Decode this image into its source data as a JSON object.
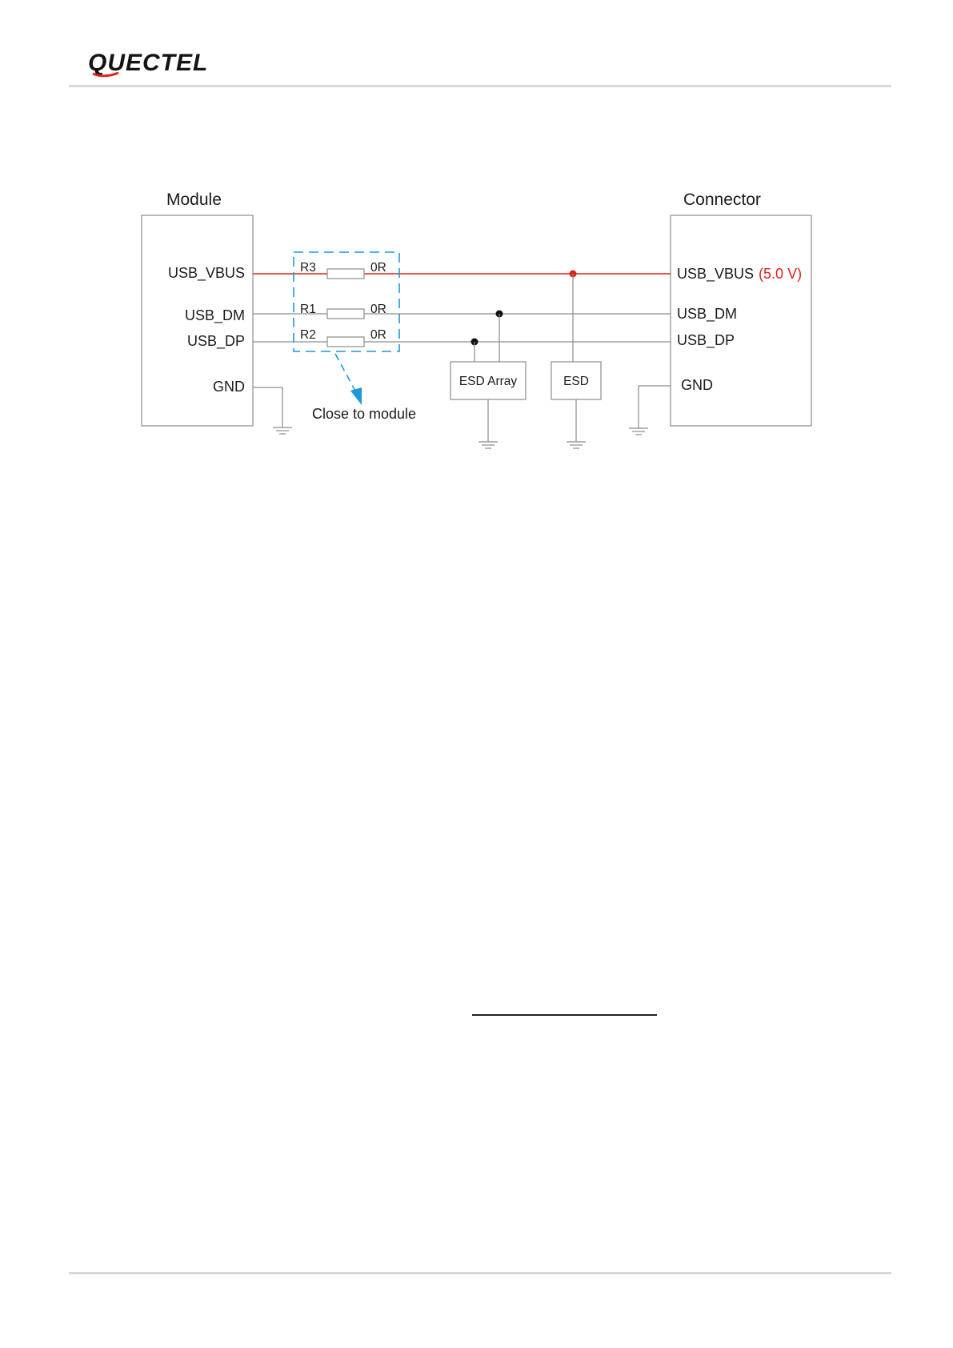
{
  "header": {
    "logo_text": "QUECTEL",
    "logo_accent_color": "#e0201b"
  },
  "diagram": {
    "module": {
      "title": "Module",
      "pins": {
        "vbus": "USB_VBUS",
        "dm": "USB_DM",
        "dp": "USB_DP",
        "gnd": "GND"
      }
    },
    "connector": {
      "title": "Connector",
      "pins": {
        "vbus": "USB_VBUS",
        "vbus_voltage": "(5.0 V)",
        "dm": "USB_DM",
        "dp": "USB_DP",
        "gnd": "GND"
      }
    },
    "resistors": [
      {
        "ref": "R3",
        "value": "0R"
      },
      {
        "ref": "R1",
        "value": "0R"
      },
      {
        "ref": "R2",
        "value": "0R"
      }
    ],
    "esd_array_label": "ESD Array",
    "esd_label": "ESD",
    "note": "Close to module",
    "colors": {
      "vbus_line": "#e0201b",
      "signal_line": "#8c8c8c",
      "dashed_box": "#1a9ad6",
      "box_border": "#8c8c8c"
    }
  }
}
